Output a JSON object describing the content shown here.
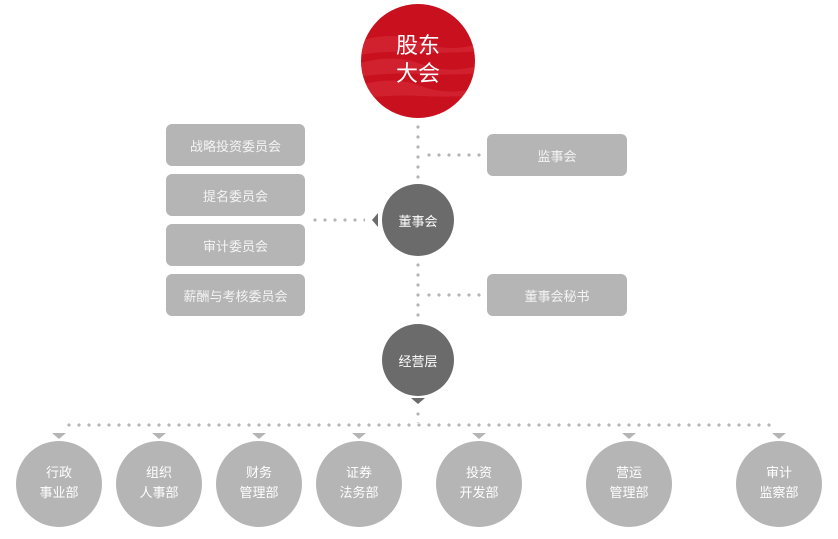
{
  "colors": {
    "root_red": "#c8101e",
    "dark_node": "#6b6b6b",
    "light_node": "#b5b5b5",
    "connector_dots": "#b5b5b5"
  },
  "root": {
    "line1": "股东",
    "line2": "大会"
  },
  "supervisory_board": {
    "label": "监事会"
  },
  "board": {
    "label": "董事会"
  },
  "board_secretary": {
    "label": "董事会秘书"
  },
  "committees": [
    {
      "label": "战略投资委员会"
    },
    {
      "label": "提名委员会"
    },
    {
      "label": "审计委员会"
    },
    {
      "label": "薪酬与考核委员会"
    }
  ],
  "management": {
    "label": "经营层"
  },
  "departments": [
    {
      "line1": "行政",
      "line2": "事业部"
    },
    {
      "line1": "组织",
      "line2": "人事部"
    },
    {
      "line1": "财务",
      "line2": "管理部"
    },
    {
      "line1": "证券",
      "line2": "法务部"
    },
    {
      "line1": "投资",
      "line2": "开发部"
    },
    {
      "line1": "营运",
      "line2": "管理部"
    },
    {
      "line1": "审计",
      "line2": "监察部"
    }
  ]
}
